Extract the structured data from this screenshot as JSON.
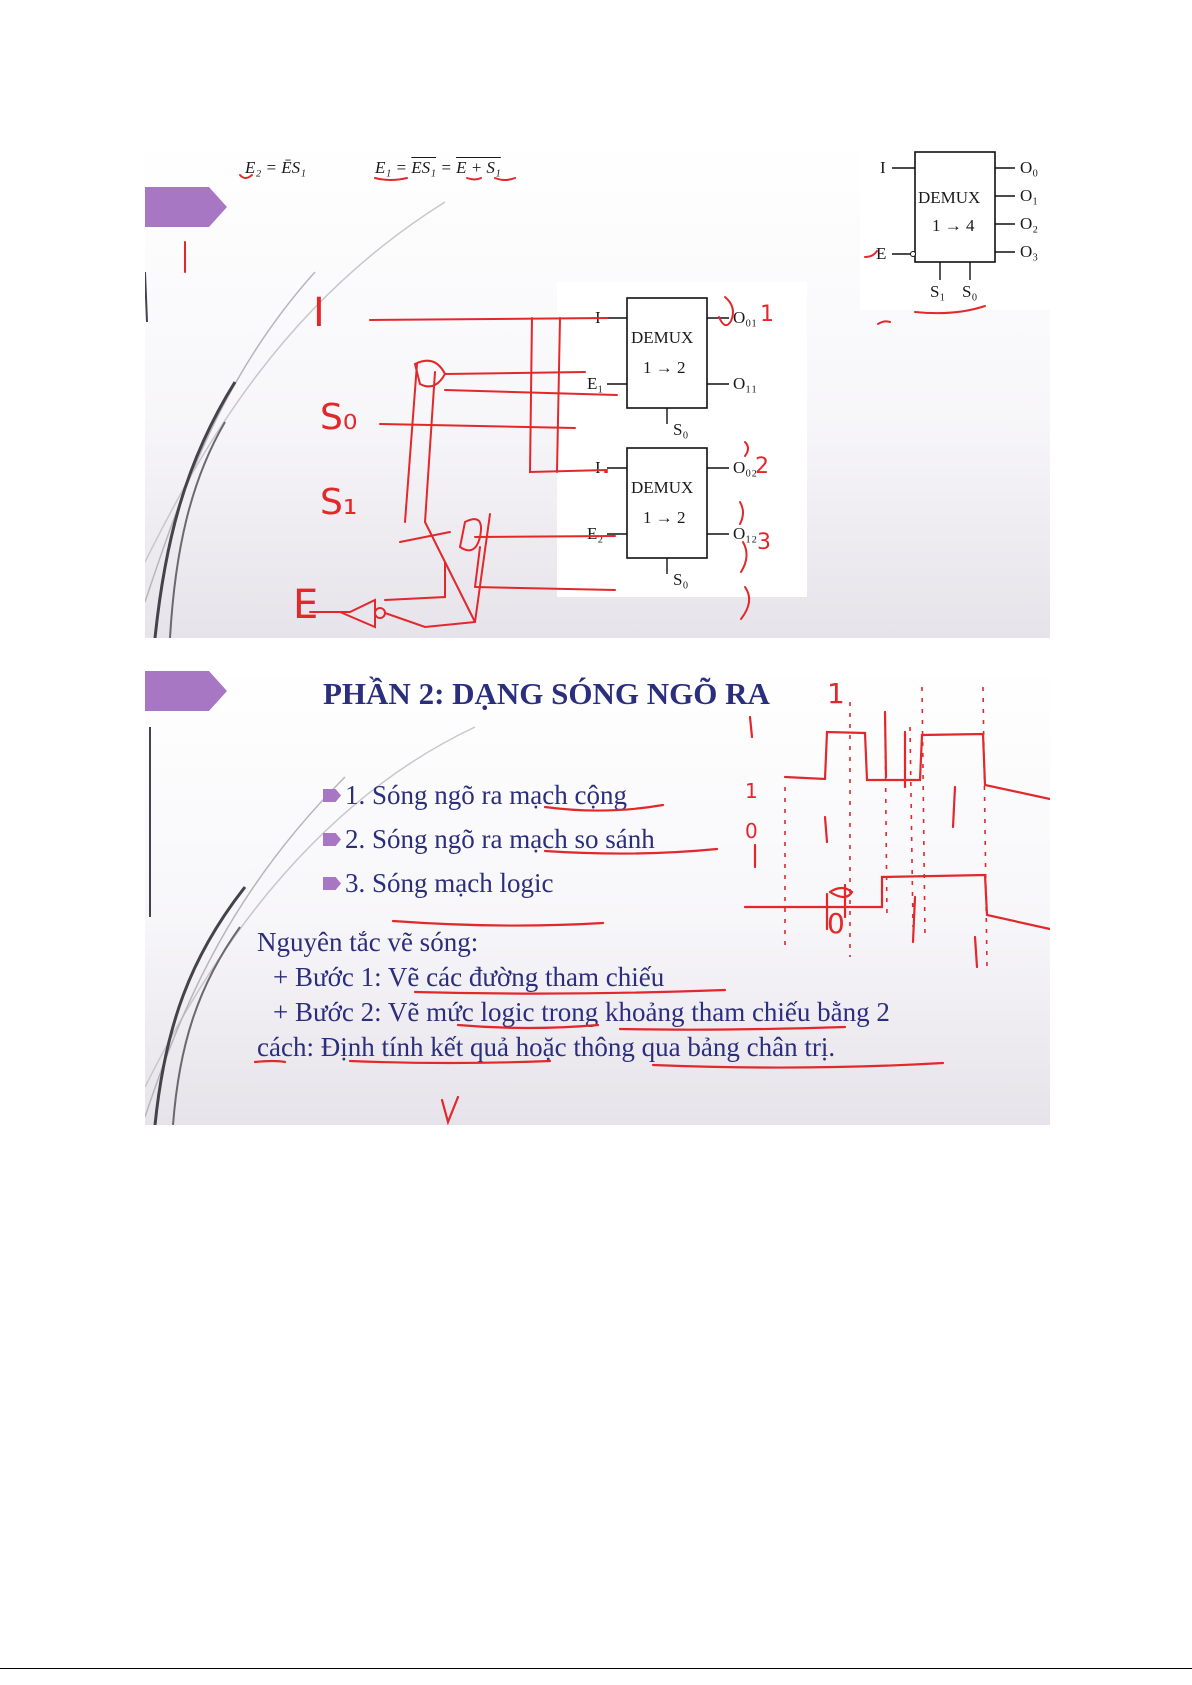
{
  "slide1": {
    "eq_e2": "E₂ = ĒS₁",
    "eq_e1_lhs": "E₁ =",
    "eq_e1_mid": "ES₁",
    "eq_e1_eq": "=",
    "eq_e1_rhs": "E + S₁",
    "demux14": {
      "input": "I",
      "enable": "E",
      "title": "DEMUX",
      "ratio": "1 → 4",
      "outputs": [
        "O₀",
        "O₁",
        "O₂",
        "O₃"
      ],
      "selects": [
        "S₁",
        "S₀"
      ]
    },
    "demux_top": {
      "input": "I",
      "enable": "E₁",
      "title": "DEMUX",
      "ratio": "1 → 2",
      "outputs": [
        "O₀₁",
        "O₁₁"
      ],
      "select": "S₀"
    },
    "demux_bottom": {
      "input": "I",
      "enable": "E₂",
      "title": "DEMUX",
      "ratio": "1 → 2",
      "outputs": [
        "O₀₂",
        "O₁₂"
      ],
      "select": "S₀"
    },
    "handwriting": {
      "i": "I",
      "s0": "S₀",
      "s1": "S₁",
      "e": "E",
      "n1": "1",
      "n2": "2",
      "n3": "3"
    }
  },
  "slide2": {
    "title": "PHẦN 2: DẠNG SÓNG NGÕ RA",
    "bullets": [
      "1. Sóng ngõ ra mạch cộng",
      "2. Sóng ngõ ra mạch so sánh",
      "3. Sóng mạch logic"
    ],
    "principle_heading": "Nguyên tắc vẽ sóng:",
    "step1": "+ Bước 1: Vẽ các đường tham chiếu",
    "step2_line1": "+ Bước 2: Vẽ mức logic trong khoảng tham chiếu bằng 2",
    "step2_line2": "cách: Định tính kết quả hoặc thông qua bảng chân trị.",
    "handwriting": {
      "one_top": "1",
      "level1": "1",
      "level0": "0",
      "zero_box": "0",
      "check": "V"
    }
  },
  "colors": {
    "ink_red": "#e3272b",
    "title_navy": "#2b2e7c",
    "accent_purple": "#a777c4"
  }
}
